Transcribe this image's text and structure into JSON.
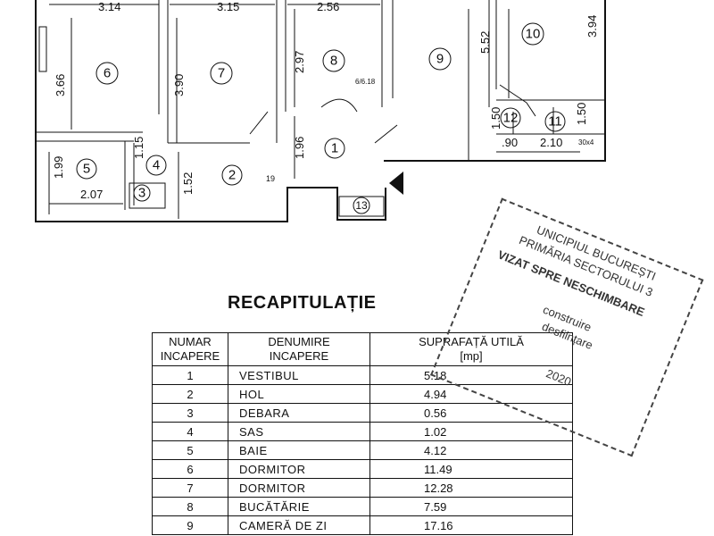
{
  "plan": {
    "dimensions": {
      "d1": "3.14",
      "d2": "3.15",
      "d3": "2.56",
      "d4": "5.52",
      "d5": "3.94",
      "d6": "3.66",
      "d7": "3.90",
      "d8": "2.97",
      "d9": "1.96",
      "d10": "1.52",
      "d11": "1.99",
      "d12": "2.07",
      "d13": "1.15",
      "d14": "1.50",
      "d15": "1.50",
      "d16": ".90",
      "d17": "2.10",
      "d18": "19"
    },
    "rooms": [
      "1",
      "2",
      "3",
      "4",
      "5",
      "6",
      "7",
      "8",
      "9",
      "10",
      "11",
      "12",
      "13"
    ],
    "marks": {
      "m1": "6/6.18",
      "m2": "30x4"
    }
  },
  "recap": {
    "title": "RECAPITULAȚIE",
    "headers": {
      "col1_l1": "NUMAR",
      "col1_l2": "INCAPERE",
      "col2_l1": "DENUMIRE",
      "col2_l2": "INCAPERE",
      "col3_l1": "SUPRAFAȚĂ UTILĂ",
      "col3_l2": "[mp]"
    },
    "rows": [
      {
        "num": "1",
        "name": "VESTIBUL",
        "area": "5.18"
      },
      {
        "num": "2",
        "name": "HOL",
        "area": "4.94"
      },
      {
        "num": "3",
        "name": "DEBARA",
        "area": "0.56"
      },
      {
        "num": "4",
        "name": "SAS",
        "area": "1.02"
      },
      {
        "num": "5",
        "name": "BAIE",
        "area": "4.12"
      },
      {
        "num": "6",
        "name": "DORMITOR",
        "area": "11.49"
      },
      {
        "num": "7",
        "name": "DORMITOR",
        "area": "12.28"
      },
      {
        "num": "8",
        "name": "BUCĂTĂRIE",
        "area": "7.59"
      },
      {
        "num": "9",
        "name": "CAMERĂ DE ZI",
        "area": "17.16"
      }
    ]
  },
  "stamp": {
    "line1": "UNICIPIUL BUCUREȘTI",
    "line2": "PRIMĂRIA SECTORULUI 3",
    "line3": "VIZAT SPRE NESCHIMBARE",
    "line4": "construire",
    "line5": "desființare",
    "line6": "2020"
  }
}
